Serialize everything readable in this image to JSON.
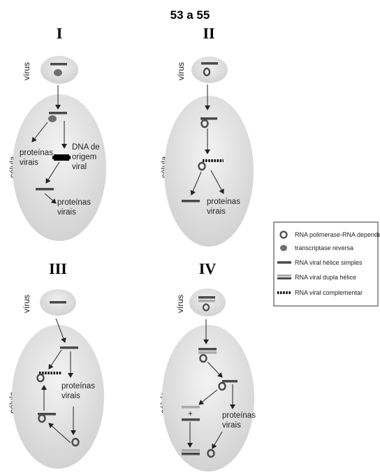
{
  "title": "53 a 55",
  "panels": [
    {
      "numeral": "I",
      "virus": "vírus",
      "cell": "célula",
      "texts": [
        "proteínas",
        "virais",
        "DNA de",
        "origem",
        "viral",
        "proteínas",
        "virais"
      ]
    },
    {
      "numeral": "II",
      "virus": "vírus",
      "cell": "célula",
      "texts": [
        "proteínas",
        "virais"
      ]
    },
    {
      "numeral": "III",
      "virus": "vírus",
      "cell": "célula",
      "texts": [
        "proteínas",
        "virais"
      ]
    },
    {
      "numeral": "IV",
      "virus": "vírus",
      "cell": "célula",
      "texts": [
        "+",
        "proteínas",
        "virais"
      ]
    }
  ],
  "legend": {
    "items": [
      {
        "label": "RNA polimerase-RNA dependente"
      },
      {
        "label": "transcriptase reversa"
      },
      {
        "label": "RNA viral hélice simples"
      },
      {
        "label": "RNA viral dupla hélice"
      },
      {
        "label": "RNA viral complementar"
      }
    ]
  },
  "colors": {
    "cell_fill": "#e2e2e2",
    "strand": "#4a4a4a",
    "light_strand": "#aaaaaa",
    "enzyme": "#6f6f6f"
  }
}
